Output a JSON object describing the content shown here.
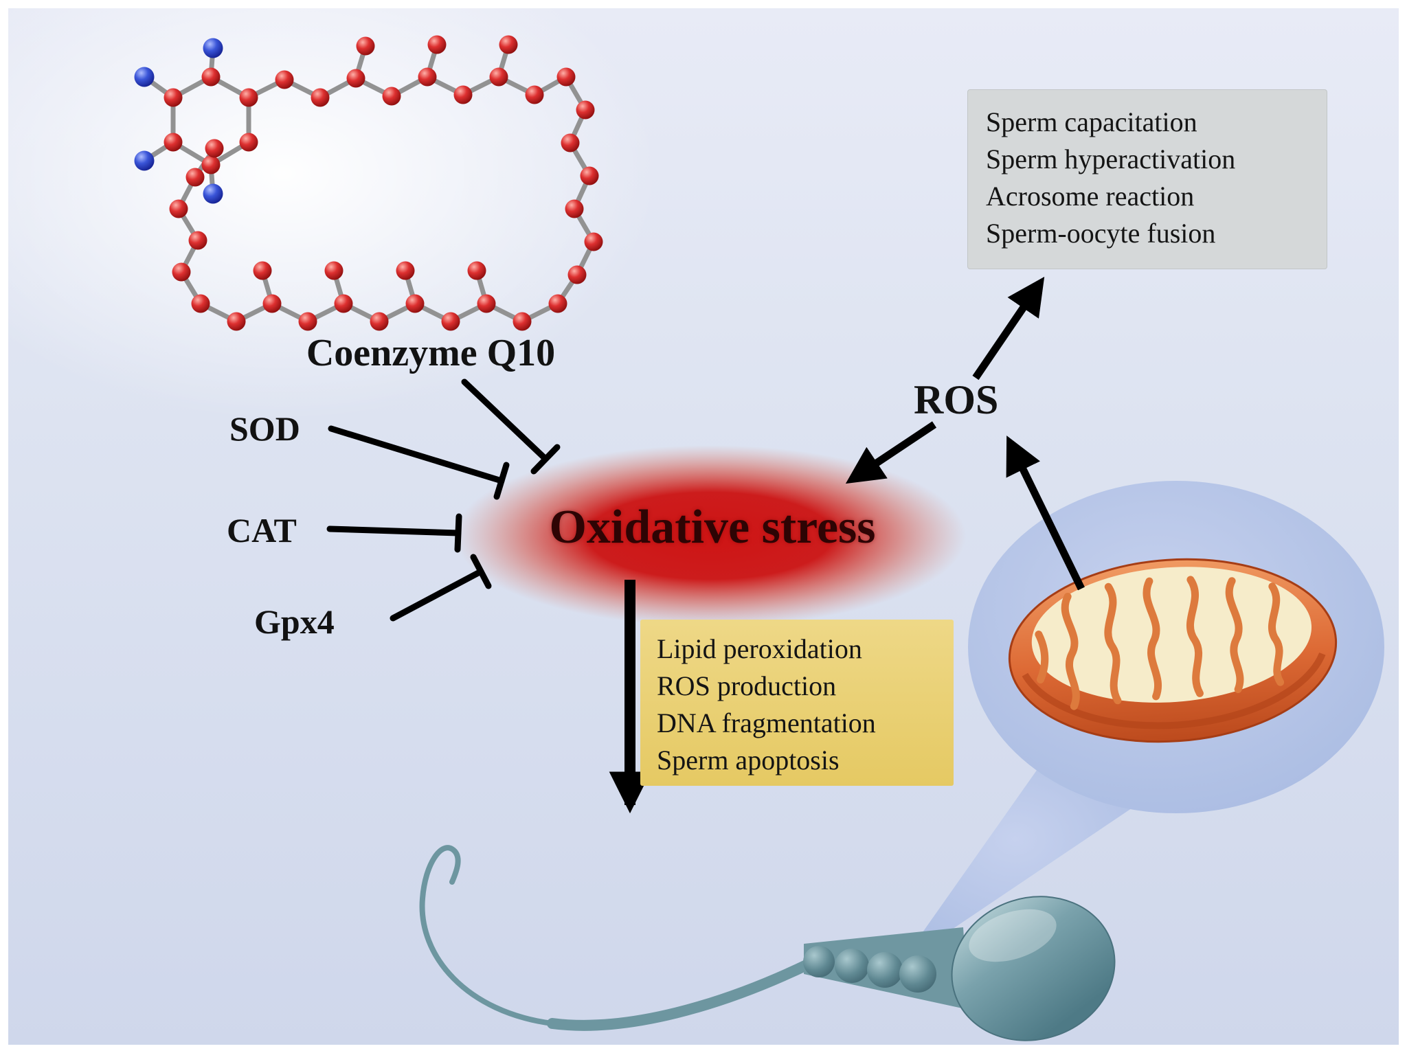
{
  "title": "Oxidative stress and sperm function diagram",
  "labels": {
    "coenzyme_q10": "Coenzyme Q10",
    "sod": "SOD",
    "cat": "CAT",
    "gpx4": "Gpx4",
    "oxidative_stress": "Oxidative stress",
    "ros": "ROS"
  },
  "ros_effects_box": {
    "lines": [
      "Sperm capacitation",
      "Sperm hyperactivation",
      "Acrosome reaction",
      "Sperm-oocyte fusion"
    ]
  },
  "oxidative_damage_box": {
    "lines": [
      "Lipid peroxidation",
      "ROS production",
      "DNA fragmentation",
      "Sperm apoptosis"
    ]
  },
  "colors": {
    "background": "#dde3f1",
    "oxidative_stress_glow": "#cc1515",
    "effects_box_bg": "#d5d8d9",
    "damage_box_bg": "#e8cd72",
    "mitochondrion_bubble": "#b8c6e6",
    "mitochondrion_orange": "#e0693a",
    "sperm_teal": "#7fa7b1",
    "arrow_black": "#000000",
    "molecule_atom_red": "#c91f1f",
    "molecule_atom_blue": "#2c43c4"
  }
}
